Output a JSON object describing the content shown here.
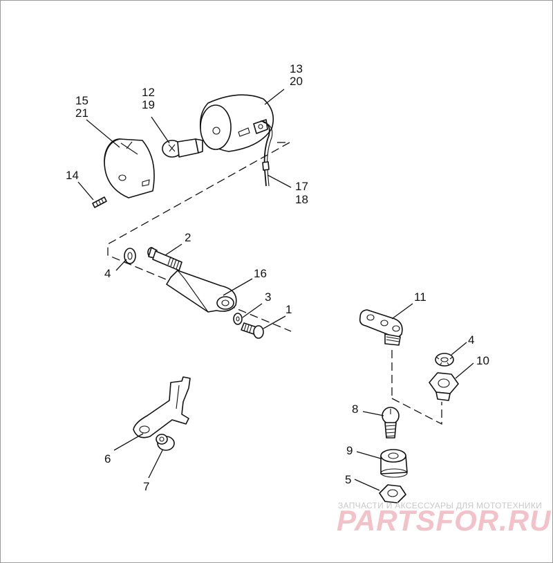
{
  "callouts": {
    "c1": "1",
    "c2": "2",
    "c3": "3",
    "c4a": "4",
    "c4b": "4",
    "c5": "5",
    "c6": "6",
    "c7": "7",
    "c8": "8",
    "c9": "9",
    "c10": "10",
    "c11": "11",
    "c12": "12",
    "c19": "19",
    "c13": "13",
    "c20": "20",
    "c14": "14",
    "c15": "15",
    "c21": "21",
    "c16": "16",
    "c17": "17",
    "c18": "18"
  },
  "watermark": {
    "tagline": "ЗАПЧАСТИ И АКСЕССУАРЫ ДЛЯ МОТОТЕХНИКИ",
    "brand": "PARTSFOR.RU"
  },
  "colors": {
    "line": "#111111",
    "watermark_brand": "#f2c2c8",
    "watermark_tagline": "#c8c8c8",
    "border": "#9a9a9a"
  }
}
